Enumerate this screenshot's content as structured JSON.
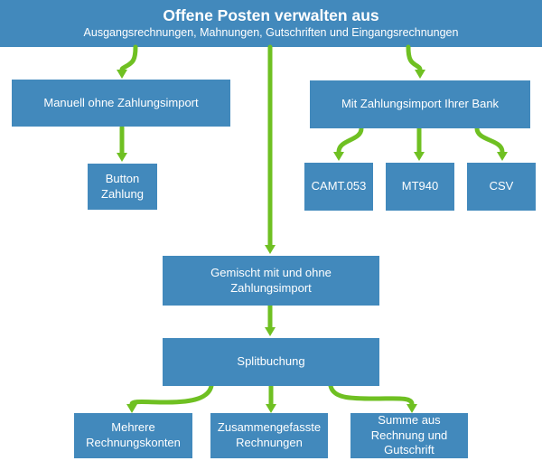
{
  "header": {
    "title": "Offene Posten verwalten aus",
    "subtitle": "Ausgangsrechnungen, Mahnungen, Gutschriften und Eingangsrechnungen"
  },
  "colors": {
    "box_blue": "#4289BC",
    "arrow_green": "#6FC022",
    "text_white": "#FFFFFF"
  },
  "nodes": {
    "manuell": {
      "label": "Manuell ohne Zahlungsimport"
    },
    "mit_bank": {
      "label": "Mit Zahlungsimport Ihrer Bank"
    },
    "button_zahlung": {
      "label": "Button\nZahlung"
    },
    "camt": {
      "label": "CAMT.053"
    },
    "mt940": {
      "label": "MT940"
    },
    "csv": {
      "label": "CSV"
    },
    "gemischt": {
      "label": "Gemischt mit und ohne\nZahlungsimport"
    },
    "splitbuchung": {
      "label": "Splitbuchung"
    },
    "mehrere": {
      "label": "Mehrere\nRechnungskonten"
    },
    "zusammengefasst": {
      "label": "Zusammengefasste\nRechnungen"
    },
    "summe": {
      "label": "Summe aus\nRechnung und\nGutschrift"
    }
  },
  "edges": [
    {
      "from": "header",
      "to": "manuell"
    },
    {
      "from": "header",
      "to": "gemischt"
    },
    {
      "from": "header",
      "to": "mit_bank"
    },
    {
      "from": "manuell",
      "to": "button_zahlung"
    },
    {
      "from": "mit_bank",
      "to": "camt"
    },
    {
      "from": "mit_bank",
      "to": "mt940"
    },
    {
      "from": "mit_bank",
      "to": "csv"
    },
    {
      "from": "gemischt",
      "to": "splitbuchung"
    },
    {
      "from": "splitbuchung",
      "to": "mehrere"
    },
    {
      "from": "splitbuchung",
      "to": "zusammengefasst"
    },
    {
      "from": "splitbuchung",
      "to": "summe"
    }
  ]
}
